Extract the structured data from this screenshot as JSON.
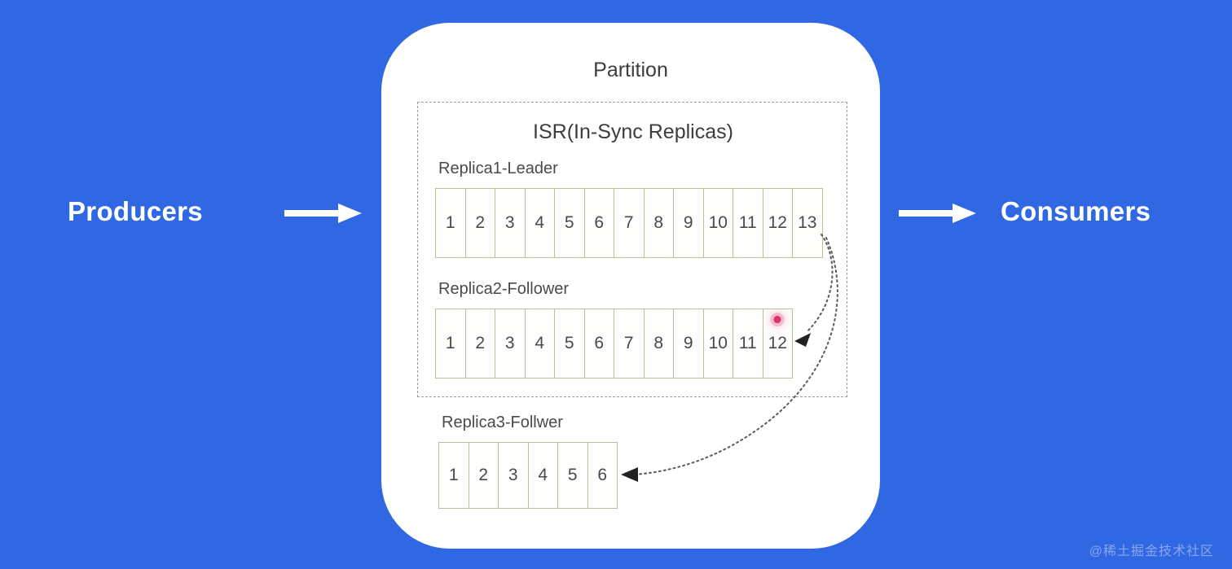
{
  "colors": {
    "background_blue": "#3067e3",
    "card_white": "#ffffff",
    "cell_border_green": "#b6c49a",
    "text_gray": "#4a4a4a",
    "marker_pink": "#d6336c",
    "dashed_border_gray": "#9a9a9a"
  },
  "flow": {
    "producers_label": "Producers",
    "consumers_label": "Consumers",
    "producers_arrow_icon": "arrow-right-icon",
    "consumers_arrow_icon": "arrow-right-icon"
  },
  "partition": {
    "title": "Partition",
    "isr": {
      "title": "ISR(In-Sync Replicas)",
      "replicas": [
        {
          "name": "Replica1-Leader",
          "role": "leader",
          "cells": [
            "1",
            "2",
            "3",
            "4",
            "5",
            "6",
            "7",
            "8",
            "9",
            "10",
            "11",
            "12",
            "13"
          ],
          "marker_index": null
        },
        {
          "name": "Replica2-Follower",
          "role": "follower",
          "cells": [
            "1",
            "2",
            "3",
            "4",
            "5",
            "6",
            "7",
            "8",
            "9",
            "10",
            "11",
            "12"
          ],
          "marker_index": 11
        }
      ]
    },
    "out_of_sync_replicas": [
      {
        "name": "Replica3-Follwer",
        "role": "follower",
        "cells": [
          "1",
          "2",
          "3",
          "4",
          "5",
          "6"
        ],
        "marker_index": null
      }
    ]
  },
  "replication_arrows": [
    {
      "name": "leader-to-replica2",
      "from": "Replica1-Leader cell 13",
      "to": "Replica2-Follower cell 12",
      "style": "dotted-curve"
    },
    {
      "name": "leader-to-replica3",
      "from": "Replica1-Leader cell 13",
      "to": "Replica3-Follwer cell 6",
      "style": "dotted-curve"
    }
  ],
  "watermark": "@稀土掘金技术社区"
}
